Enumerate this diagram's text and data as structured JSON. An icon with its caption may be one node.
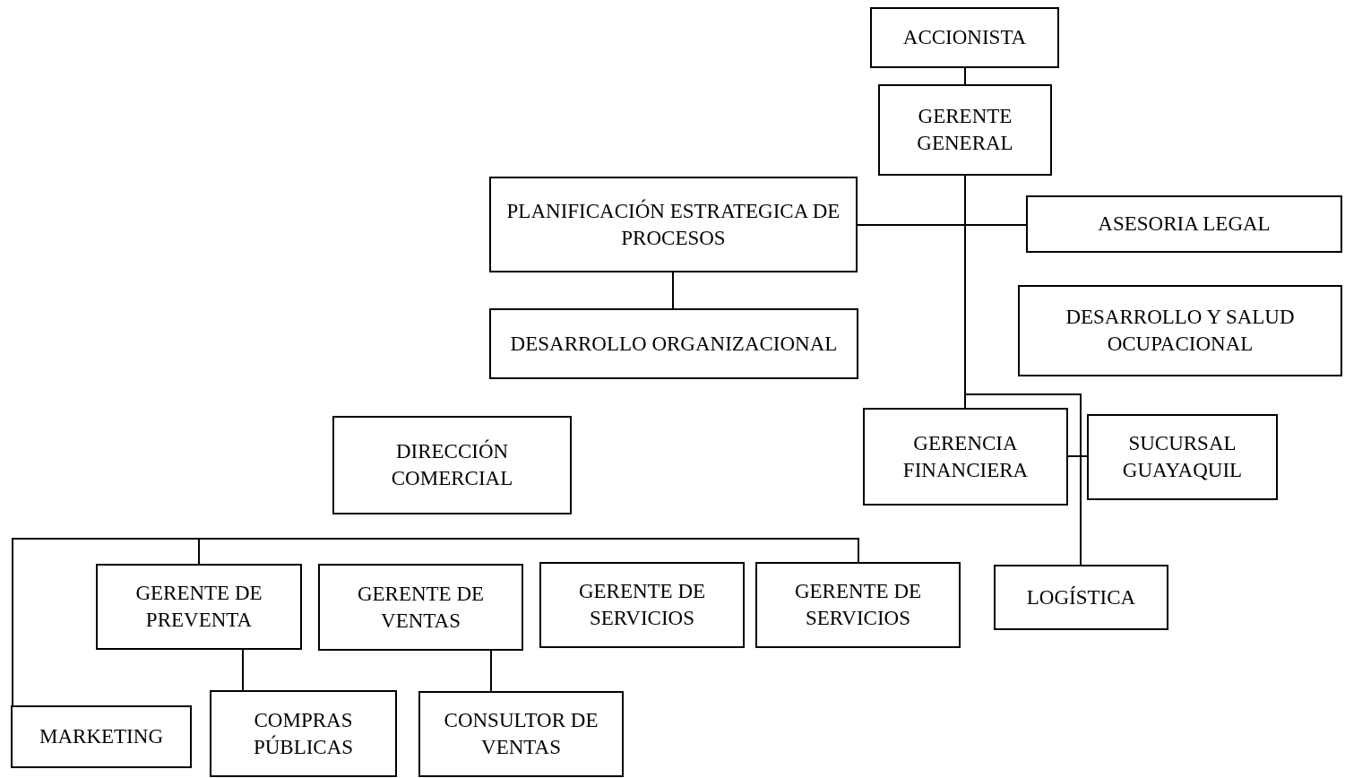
{
  "diagram": {
    "nodes": [
      {
        "text": [
          "ACCIONISTA"
        ]
      },
      {
        "text": [
          "GERENTE GENERAL"
        ]
      },
      {
        "text": [
          "PLANIFICACIÓN ESTRATEGICA DE PROCESOS"
        ]
      },
      {
        "text": [
          "ASESORIA LEGAL"
        ]
      },
      {
        "text": [
          "DESARROLLO ORGANIZACIONAL"
        ]
      },
      {
        "text": [
          "DESARROLLO Y SALUD OCUPACIONAL"
        ]
      },
      {
        "text": [
          "DIRECCIÓN COMERCIAL"
        ]
      },
      {
        "text": [
          "GERENCIA FINANCIERA"
        ]
      },
      {
        "text": [
          "SUCURSAL GUAYAQUIL"
        ]
      },
      {
        "text": [
          "GERENTE DE PREVENTA"
        ]
      },
      {
        "text": [
          "GERENTE DE VENTAS"
        ]
      },
      {
        "text": [
          "GERENTE DE SERVICIOS"
        ]
      },
      {
        "text": [
          "GERENTE DE SERVICIOS"
        ]
      },
      {
        "text": [
          "LOGÍSTICA"
        ]
      },
      {
        "text": [
          "MARKETING"
        ]
      },
      {
        "text": [
          "COMPRAS PÚBLICAS"
        ]
      },
      {
        "text": [
          "CONSULTOR DE VENTAS"
        ]
      }
    ],
    "edges": [
      {
        "from": 0,
        "to": 1,
        "arrow": "none"
      },
      {
        "from": 1,
        "to": 2,
        "arrow": "none"
      },
      {
        "from": 1,
        "to": 3,
        "arrow": "none"
      },
      {
        "from": 1,
        "to": 7,
        "arrow": "none"
      },
      {
        "from": 1,
        "to": 13,
        "arrow": "none"
      },
      {
        "from": 7,
        "to": 8,
        "arrow": "none"
      },
      {
        "from": 2,
        "to": 4,
        "arrow": "none"
      },
      {
        "from": 9,
        "to": 14,
        "arrow": "none"
      },
      {
        "from": 9,
        "to": 12,
        "arrow": "none"
      },
      {
        "from": 9,
        "to": 15,
        "arrow": "none"
      },
      {
        "from": 10,
        "to": 16,
        "arrow": "none"
      }
    ]
  }
}
